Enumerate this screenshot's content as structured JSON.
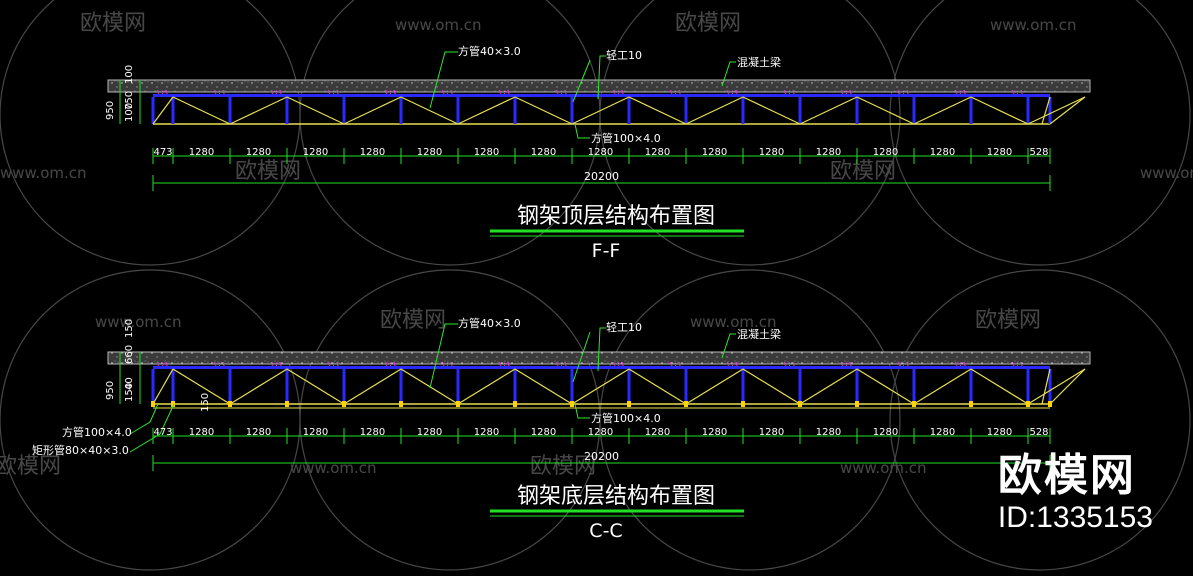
{
  "drawings": [
    {
      "title": "钢架顶层结构布置图",
      "section": "F-F",
      "labels": {
        "tube40": "方管40×3.0",
        "ibeam": "轻工10",
        "concrete": "混凝土梁",
        "tube100": "方管100×4.0"
      },
      "height_dims": [
        "950",
        "100",
        "750",
        "100"
      ],
      "spans": [
        "473",
        "1280",
        "1280",
        "1280",
        "1280",
        "1280",
        "1280",
        "1280",
        "1280",
        "1280",
        "1280",
        "1280",
        "1280",
        "1280",
        "1280",
        "1280",
        "528"
      ],
      "total": "20200"
    },
    {
      "title": "钢架底层结构布置图",
      "section": "C-C",
      "labels": {
        "tube40": "方管40×3.0",
        "ibeam": "轻工10",
        "concrete": "混凝土梁",
        "tube100": "方管100×4.0",
        "tube100_left": "方管100×4.0",
        "rect_tube": "矩形管80×40×3.0"
      },
      "height_dims": [
        "950",
        "150",
        "40",
        "660",
        "150"
      ],
      "spans": [
        "473",
        "1280",
        "1280",
        "1280",
        "1280",
        "1280",
        "1280",
        "1280",
        "1280",
        "1280",
        "1280",
        "1280",
        "1280",
        "1280",
        "1280",
        "1280",
        "528"
      ],
      "total": "20200"
    }
  ],
  "watermark": {
    "site": "www.om.cn",
    "name": "欧模网"
  },
  "brand": {
    "name": "欧模网",
    "id": "ID:1335153"
  },
  "colors": {
    "background": "#000000",
    "slab": "#b8b8b8",
    "chord": "#2a2aff",
    "web": "#e8e050",
    "dimension": "#22e022",
    "text": "#ffffff",
    "leader": "#2ee62e",
    "magenta": "#ff33ff"
  }
}
